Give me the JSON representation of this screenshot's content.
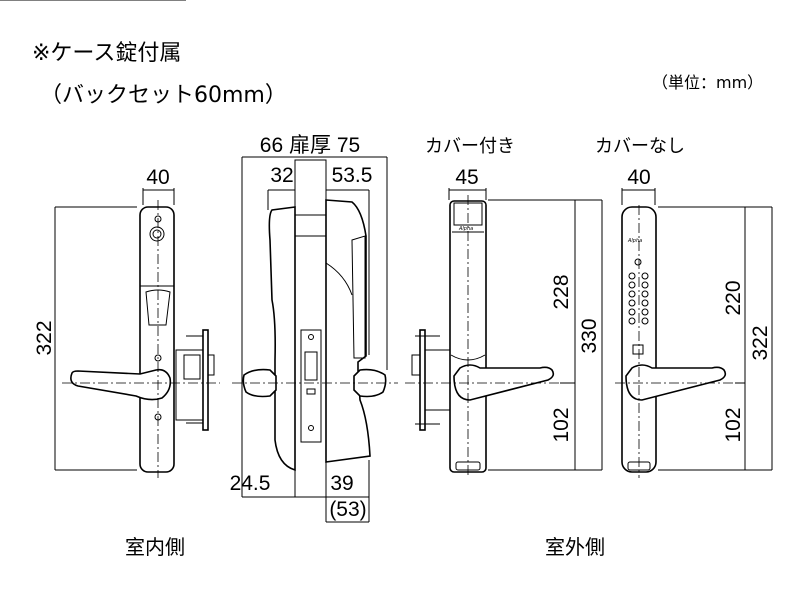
{
  "header": {
    "title": "※ケース錠付属",
    "subtitle": "（バックセット60mm）",
    "unit": "（単位：mm）"
  },
  "indoor_view": {
    "label": "室内側",
    "width": "40",
    "height": "322"
  },
  "side_view": {
    "door_thickness": "66 扉厚 75",
    "inner_projection": "32",
    "outer_projection": "53.5",
    "inner_lever": "24.5",
    "outer_lever": "39",
    "outer_lever_alt": "(53)"
  },
  "outdoor_view": {
    "label": "室外側",
    "with_cover": {
      "label": "カバー付き",
      "width": "45",
      "upper": "228",
      "total": "330",
      "lower": "102"
    },
    "without_cover": {
      "label": "カバーなし",
      "width": "40",
      "upper": "220",
      "total": "322",
      "lower": "102"
    }
  }
}
